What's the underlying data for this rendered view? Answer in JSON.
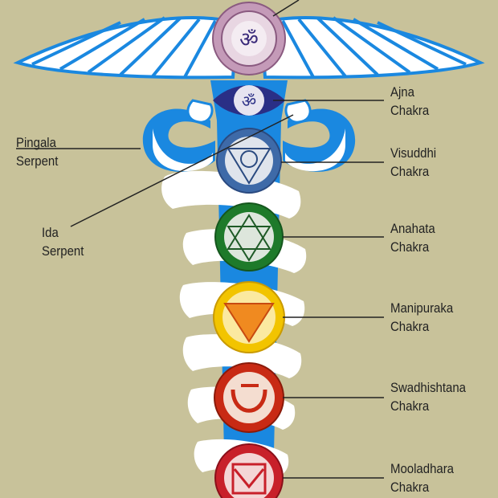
{
  "labels": {
    "ajna": {
      "line1": "Ajna",
      "line2": "Chakra"
    },
    "visuddhi": {
      "line1": "Visuddhi",
      "line2": "Chakra"
    },
    "anahata": {
      "line1": "Anahata",
      "line2": "Chakra"
    },
    "manipuraka": {
      "line1": "Manipuraka",
      "line2": "Chakra"
    },
    "swadhishtana": {
      "line1": "Swadhishtana",
      "line2": "Chakra"
    },
    "mooladhara": {
      "line1": "Mooladhara",
      "line2": "Chakra"
    },
    "pingala": {
      "line1": "Pingala",
      "line2": "Serpent"
    },
    "ida": {
      "line1": "Ida",
      "line2": "Serpent"
    }
  },
  "colors": {
    "background": "#c8c29a",
    "serpent_blue": "#1a88e0",
    "serpent_white": "#ffffff",
    "sahasrara": "#c49ab8",
    "ajna": "#2a2f86",
    "visuddhi": "#3e6aa8",
    "anahata": "#1e7a2a",
    "manipuraka": "#f2c400",
    "swadhishtana": "#c82a14",
    "mooladhara": "#c8202a"
  }
}
